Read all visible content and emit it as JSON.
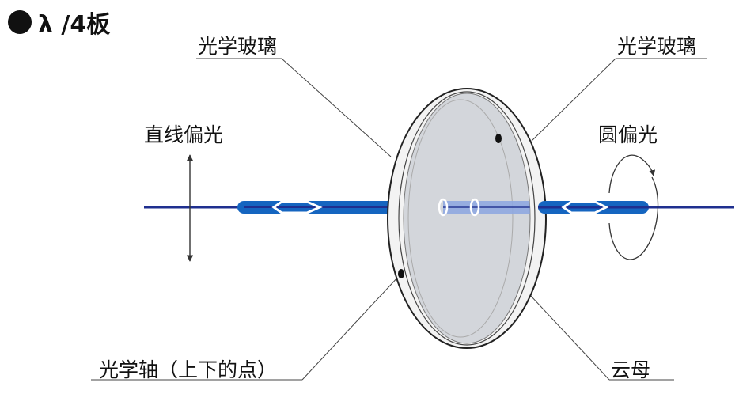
{
  "title": "λ /4板",
  "labels": {
    "glass_left": "光学玻璃",
    "glass_right": "光学玻璃",
    "linear_polarized": "直线偏光",
    "circular_polarized": "圆偏光",
    "optical_axis": "光学轴（上下的点）",
    "mica": "云母"
  },
  "colors": {
    "beam_line": "#1f2f8f",
    "beam_band": "#1565c0",
    "beam_transmitted": "#8fa9e0",
    "plate_face": "#d3d6db",
    "plate_edge": "#f4f4f4"
  }
}
